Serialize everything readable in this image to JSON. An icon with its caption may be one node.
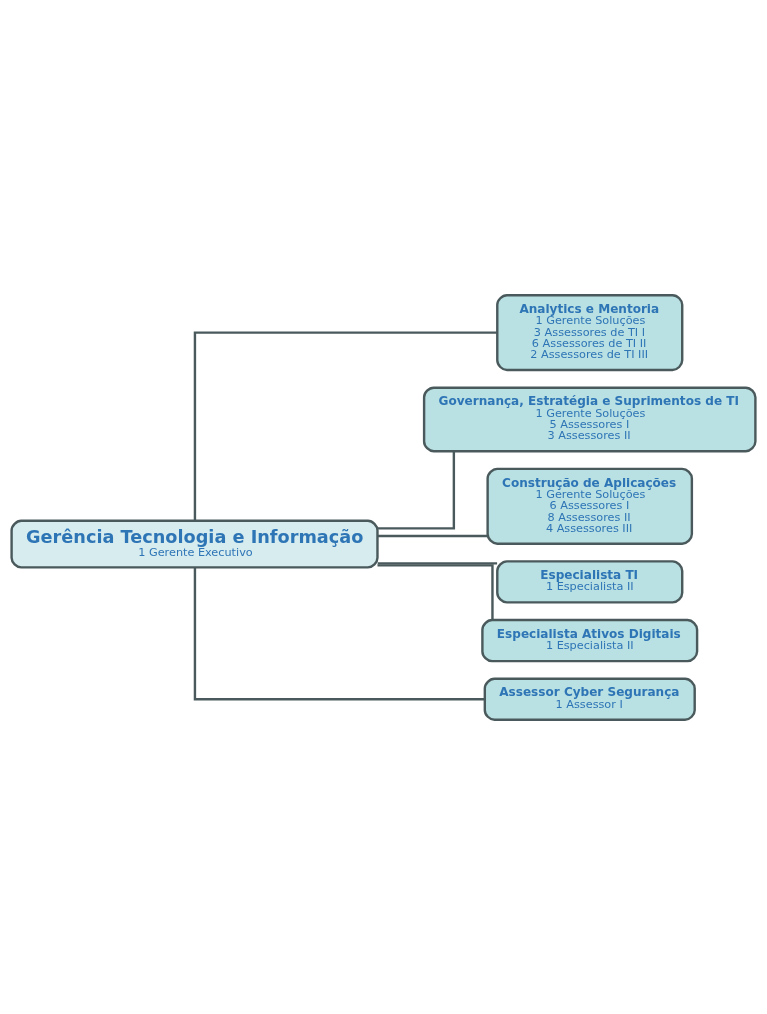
{
  "diagram": {
    "nodes": [
      {
        "text": [
          "Gerência Tecnologia e Informação",
          "1 Gerente Executivo"
        ]
      },
      {
        "text": [
          "Analytics e Mentoria",
          "1 Gerente Soluções",
          "3 Assessores de TI I",
          "6 Assessores de TI II",
          "2 Assessores de TI III"
        ]
      },
      {
        "text": [
          "Governança, Estratégia e Suprimentos de TI",
          "1 Gerente Soluções",
          "5 Assessores I",
          "3 Assessores II"
        ]
      },
      {
        "text": [
          "Construção de Aplicações",
          "1 Gerente Soluções",
          "6 Assessores I",
          "8 Assessores II",
          "4 Assessores III"
        ]
      },
      {
        "text": [
          "Especialista TI",
          "1 Especialista II"
        ]
      },
      {
        "text": [
          "Especialista Ativos Digitais",
          "1 Especialista II"
        ]
      },
      {
        "text": [
          "Assessor Cyber Segurança",
          "1 Assessor I"
        ]
      }
    ],
    "edges": [
      {
        "from": 0,
        "to": 1,
        "arrow": "none"
      },
      {
        "from": 0,
        "to": 2,
        "arrow": "none"
      },
      {
        "from": 0,
        "to": 3,
        "arrow": "none"
      },
      {
        "from": 0,
        "to": 4,
        "arrow": "none"
      },
      {
        "from": 0,
        "to": 5,
        "arrow": "none"
      },
      {
        "from": 0,
        "to": 6,
        "arrow": "none"
      }
    ]
  }
}
